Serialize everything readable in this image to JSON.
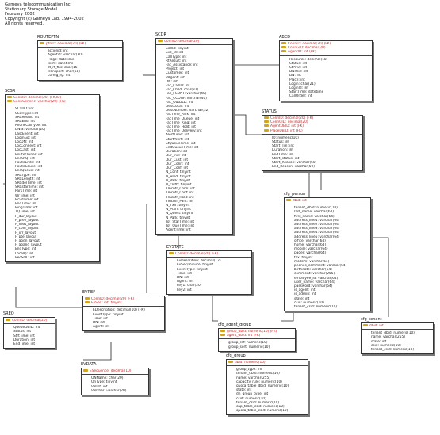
{
  "header": {
    "lines": [
      "Gameya telecommunication Inc.",
      "Stationary Storage Model",
      "February 2002",
      "Copyright (c) Gameya Lab, 1994-2002",
      "All rights reserved."
    ]
  },
  "colors": {
    "key": "#d4a514",
    "pk_text": "#cc1f1f",
    "border": "#333333"
  },
  "entities": [
    {
      "name": "ROUTEPTN",
      "pk": [
        "ptnID: decimal(20) (FK)"
      ],
      "attrs": [
        "actionid: int",
        "Agentid: varchar(30)",
        "Flags: datetime",
        "term: datetime",
        "ct_rf_fbs: char(16)",
        "transport: char(68)",
        "ctimlg_rg: int"
      ]
    },
    {
      "name": "SCSR",
      "pk": [
        "ConnID: decimal(20) (FK,ID)",
        "ConnGeneric: varchar(20) (FK)"
      ],
      "attrs": [
        "SCallID: int",
        "SCallType: int",
        "SRCResult: int",
        "SRCEnd: int",
        "PhoneCallType: int",
        "DNIS: varchar(20)",
        "LastEvent: int",
        "LoginGo: int",
        "LocDN: int",
        "LocConnect: int",
        "LocCast: int",
        "RouteOwner: int",
        "EndOfQ: int",
        "RouteEnds: int",
        "RouteCause: int",
        "EndQueue: int",
        "SRCType: int",
        "SRCLength: int",
        "SRCdelTime: int",
        "SRCstarTime: int",
        "ParkTime: int",
        "WrTime: int",
        "RcvdTime: int",
        "EndTime: int",
        "RingTime: int",
        "TQTime: int",
        "F_dur_layout",
        "F_prev_layout",
        "F_next_layout",
        "F_conf_layout",
        "F_xfr_layout",
        "F_pte_layout",
        "F_abdn_layout",
        "F_aband_layout",
        "EndType: int",
        "LocalQ: int",
        "RecSOL: int"
      ]
    },
    {
      "name": "SCDR",
      "pk": [
        "ConnID: decimal(20)"
      ],
      "attrs": [
        "CallId: tinyint",
        "Svc_id: int",
        "CallType: int",
        "RtResult: int",
        "Fac_Assistance: int",
        "Project: int",
        "Customer: int",
        "RAgent: int",
        "DN: int",
        "Fac_CallID: int",
        "Fac_Child: char(32)",
        "Fac_FCONT: varchar(40)",
        "Fac_CCONF: varchar(40)",
        "Fac_OutDLD: int",
        "DestLocal: int",
        "DestNumber: varchar(32)",
        "FacTime_Park: int",
        "FacTime_Queue: int",
        "FacTime_Ring: int",
        "FacTime_Hold: int",
        "FacTime_Delivery: int",
        "AlertTime: int",
        "StartAlert: int",
        "StQueueTime: int",
        "EndQueueTime: int",
        "Duration: int",
        "Dur_Init: int",
        "Dur_Cust: int",
        "Dur_Conn: int",
        "Dur_Conf: int",
        "N_Conf: tinyint",
        "N_Hold: tinyint",
        "N_Park: tinyint",
        "N_Outb: tinyint",
        "Tmcnfr_Conn: int",
        "Tmcnfr_Conf: int",
        "Tmcnfr_Hold: int",
        "Tmcnfr_Park: int",
        "N_Txfr: tinyint",
        "N_Ptxfr: tinyint",
        "N_Quest: tinyint",
        "N_Park: tinyint",
        "Tot_StarTime: int",
        "Tot_QueTime: int",
        "AgentTime: int"
      ]
    },
    {
      "name": "ABCD",
      "pk": [
        "ConnID: decimal(20) (FK)",
        "ConnGID: decimal(20)",
        "AgentID: int (FK)"
      ],
      "attrs": [
        "Resource: decimal(18)",
        "Status: int",
        "StPrivl: int",
        "DNRed: int",
        "DN: int",
        "Place: int",
        "Login: char(21)",
        "LoginId: int",
        "StartTime: datetime",
        "CallOrder: int"
      ]
    },
    {
      "name": "STATUS",
      "pk": [
        "ConnID: decimal(20) (FK)",
        "ConnGID: decimal(20)",
        "AgentDBID: int (FK)",
        "PlaceDBID: int (FK)"
      ],
      "attrs": [
        "ID: numeric(10)",
        "Status: int",
        "Start_Tm: int",
        "Duration: int",
        "EndTime: int",
        "Start_status: int",
        "Start_Reason: varchar(50)",
        "End_Reason: varchar(50)"
      ]
    },
    {
      "name": "cfg_person",
      "pk": [
        "dbid: int"
      ],
      "attrs": [
        "tenant_dbid: numeric(10)",
        "last_name: varchar(64)",
        "first_name: varchar(64)",
        "address_line1: varchar(64)",
        "address_line2: varchar(64)",
        "address_line3: varchar(64)",
        "address_line4: varchar(64)",
        "address_line5: varchar(64)",
        "office: varchar(64)",
        "home: varchar(64)",
        "mobile: varchar(64)",
        "pager: varchar(64)",
        "fax: tinyint",
        "modem: varchar(64)",
        "phones_comment: varchar(64)",
        "birthdate: varchar(64)",
        "comment: varchar(255)",
        "employee_id: varchar(64)",
        "user_name: varchar(64)",
        "password: varchar(64)",
        "is_agent: int",
        "is_admin: int",
        "state: int",
        "csid: numeric(10)",
        "tenant_csid: numeric(10)"
      ]
    },
    {
      "name": "EVSTATE",
      "pk": [
        "ConnID: decimal(20) (FK)"
      ],
      "attrs": [
        "EvDescrition: decimal(12)",
        "EvSec/minute: tinyint",
        "EventType: tinyint",
        "Time: int",
        "DN: int",
        "Agent: int",
        "key1: char(20)",
        "key2: int"
      ]
    },
    {
      "name": "EVREF",
      "pk": [
        "ConnID: decimal(20) (FK)",
        "EvSeq: int: tinyint"
      ],
      "attrs": [
        "EDescription: decimal(10) (FK)",
        "EventType: tinyint",
        "Time: int",
        "DN: int",
        "Agent: int"
      ]
    },
    {
      "name": "SREQ",
      "pk": [
        "ConnID: decimal(20)"
      ],
      "attrs": [
        "QueueDBID: int",
        "Status: int",
        "StrtTime: int",
        "Duration: int",
        "EndTime: int"
      ]
    },
    {
      "name": "EVDATA",
      "pk": [
        "ESequence: decimal(10)"
      ],
      "attrs": [
        "ONName: char(20)",
        "OnType: tinyint",
        "ValInt: int",
        "ValChar: varchar(20)"
      ]
    },
    {
      "name": "cfg_agent_group",
      "pk": [
        "group_dbid: numeric(10) (FK)",
        "agent_dbid: int (FK)"
      ],
      "attrs": [
        "group_ref: numeric(10)",
        "group_sort: numeric(10)"
      ]
    },
    {
      "name": "cfg_group",
      "pk": [
        "dbid: numeric(10)"
      ],
      "attrs": [
        "group_type: int",
        "tenant_dbid: numeric(10)",
        "name: varchar(255)",
        "capacity_rule: numeric(10)",
        "quota_table_dbid: numeric(10)",
        "state: int",
        "dn_group_type: int",
        "csid: numeric(10)",
        "tenant_csid: numeric(10)",
        "cap_table_csid: numeric(10)",
        "quota_table_csid: numeric(10)"
      ]
    },
    {
      "name": "cfg_tenant",
      "pk": [
        "dbid: int"
      ],
      "attrs": [
        "tenant_dbid: numeric(10)",
        "name: varchar(255)",
        "state: int",
        "csid: numeric(10)",
        "tenant_csid: numeric(10)"
      ]
    }
  ]
}
